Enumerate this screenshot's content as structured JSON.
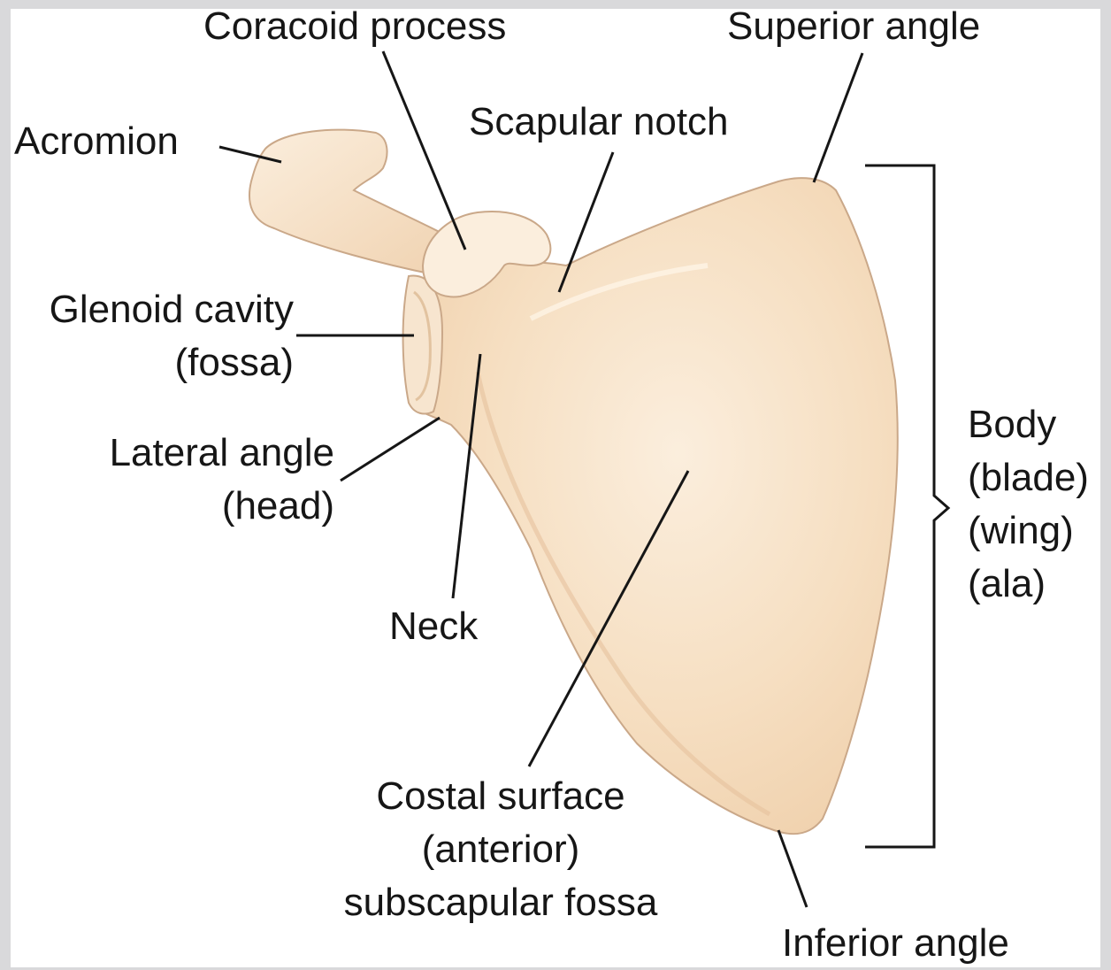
{
  "diagram": {
    "labels": {
      "acromion": "Acromion",
      "coracoid_process": "Coracoid process",
      "superior_angle": "Superior angle",
      "scapular_notch": "Scapular notch",
      "glenoid_cavity": [
        "Glenoid cavity",
        "(fossa)"
      ],
      "lateral_angle": [
        "Lateral angle",
        "(head)"
      ],
      "neck": "Neck",
      "body": [
        "Body",
        "(blade)",
        "(wing)",
        "(ala)"
      ],
      "costal_surface": [
        "Costal surface",
        "(anterior)",
        "subscapular fossa"
      ],
      "inferior_angle": "Inferior angle"
    },
    "colors": {
      "bone_fill": "#f5dcbc",
      "bone_highlight": "#fbeedd",
      "bone_outline": "#caa889",
      "leader_line": "#161616"
    }
  }
}
